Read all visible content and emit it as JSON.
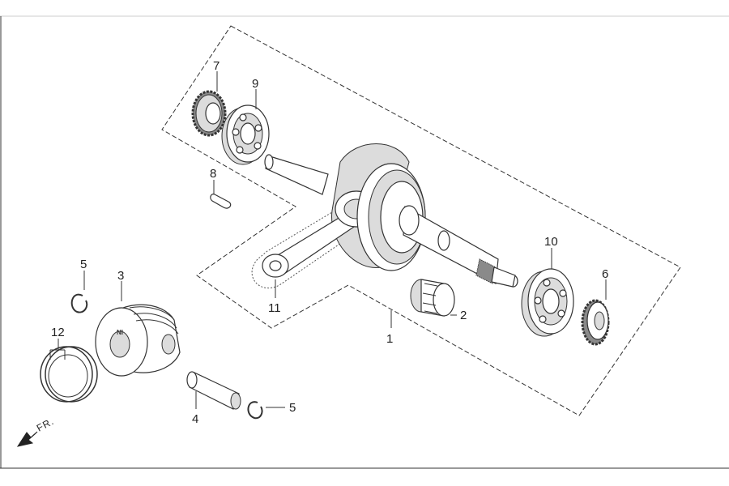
{
  "diagram": {
    "callouts": {
      "c1": "1",
      "c2": "2",
      "c3": "3",
      "c4": "4",
      "c5a": "5",
      "c5b": "5",
      "c6": "6",
      "c7": "7",
      "c8": "8",
      "c9": "9",
      "c10": "10",
      "c11": "11",
      "c12": "12"
    },
    "direction_label": "FR.",
    "piston_mark": "NI"
  }
}
